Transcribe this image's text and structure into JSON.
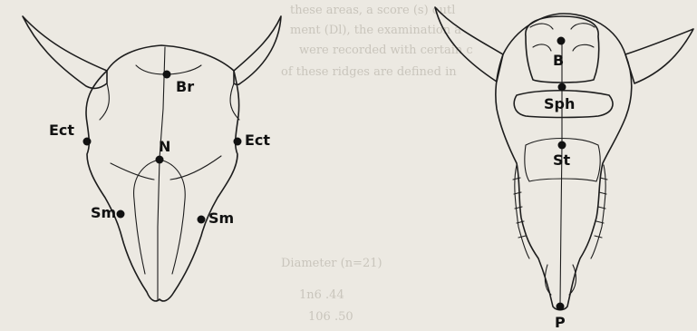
{
  "show_through_text": [
    "these areas, a score (s) outl",
    "ment (Dl), the examination a",
    "were recorded with certain c",
    "of these ridges are defined in",
    "Diameter (n=21)",
    "1n6 .44",
    "106 .50"
  ],
  "dorsal_view": {
    "landmarks": [
      {
        "label": "Br"
      },
      {
        "label": "Ect"
      },
      {
        "label": "N"
      },
      {
        "label": "Ect"
      },
      {
        "label": "Sm"
      },
      {
        "label": "Sm"
      }
    ]
  },
  "ventral_view": {
    "landmarks": [
      {
        "label": "B"
      },
      {
        "label": "Sph"
      },
      {
        "label": "St"
      },
      {
        "label": "P"
      }
    ]
  }
}
